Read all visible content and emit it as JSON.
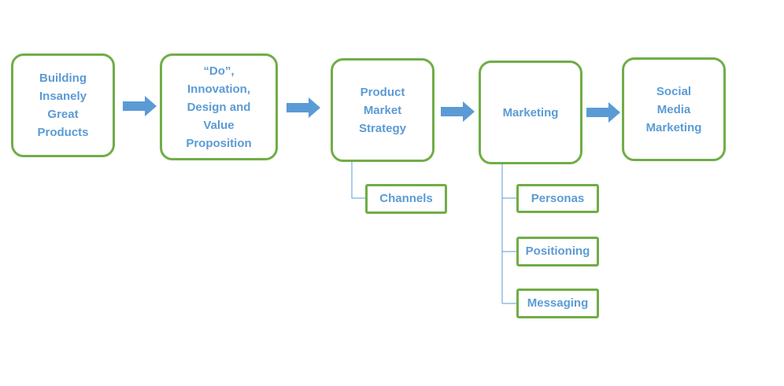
{
  "diagram": {
    "nodes": [
      {
        "id": "n1",
        "label": "Building Insanely Great Products"
      },
      {
        "id": "n2",
        "label": "“Do”, Innovation, Design and Value Proposition"
      },
      {
        "id": "n3",
        "label": "Product Market Strategy"
      },
      {
        "id": "n4",
        "label": "Marketing"
      },
      {
        "id": "n5",
        "label": "Social Media Marketing"
      }
    ],
    "subnodes": [
      {
        "id": "s1",
        "parent": "n3",
        "label": "Channels"
      },
      {
        "id": "s2",
        "parent": "n4",
        "label": "Personas"
      },
      {
        "id": "s3",
        "parent": "n4",
        "label": "Positioning"
      },
      {
        "id": "s4",
        "parent": "n4",
        "label": "Messaging"
      }
    ],
    "flow": [
      {
        "from": "n1",
        "to": "n2"
      },
      {
        "from": "n2",
        "to": "n3"
      },
      {
        "from": "n3",
        "to": "n4"
      },
      {
        "from": "n4",
        "to": "n5"
      }
    ],
    "colors": {
      "box_border": "#70ad47",
      "text": "#5b9bd5",
      "arrow": "#5b9bd5",
      "connector": "#5b9bd5"
    }
  }
}
